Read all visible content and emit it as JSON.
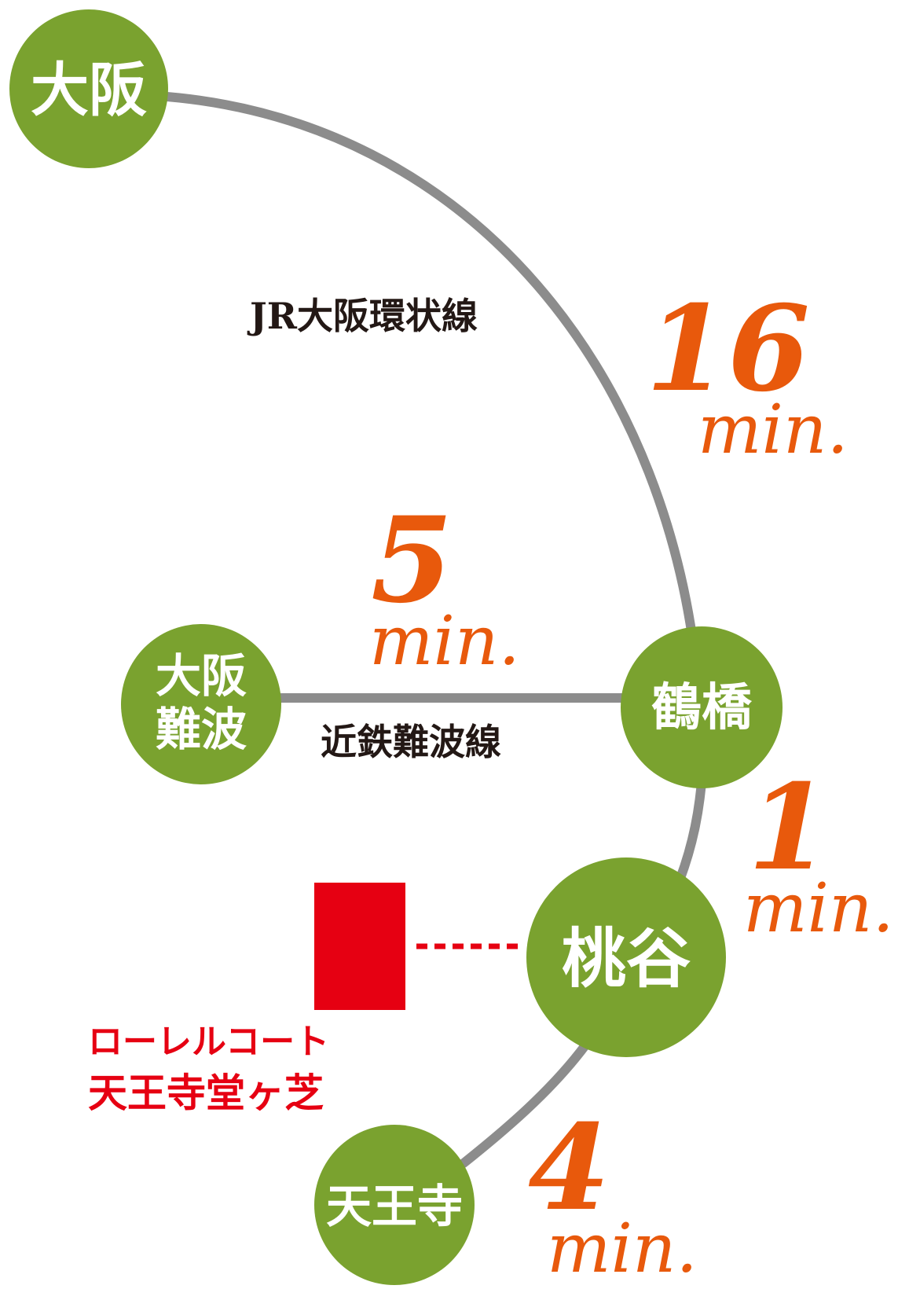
{
  "colors": {
    "station_fill": "#7aa22f",
    "station_text": "#ffffff",
    "track": "#8c8c8c",
    "time": "#e8590c",
    "property": "#e60012",
    "line_label": "#231815"
  },
  "stations": {
    "osaka": {
      "lines": [
        "大阪"
      ]
    },
    "osaka_namba": {
      "lines": [
        "大阪",
        "難波"
      ]
    },
    "tsuruhashi": {
      "lines": [
        "鶴橋"
      ]
    },
    "momodani": {
      "lines": [
        "桃谷"
      ]
    },
    "tennoji": {
      "lines": [
        "天王寺"
      ]
    }
  },
  "lines": {
    "jr_loop": "JR大阪環状線",
    "kintetsu_namba": "近鉄難波線"
  },
  "times": {
    "osaka_tsuruhashi": {
      "value": "16",
      "unit": "min."
    },
    "namba_tsuruhashi": {
      "value": "5",
      "unit": "min."
    },
    "tsuruhashi_momodani": {
      "value": "1",
      "unit": "min."
    },
    "momodani_tennoji": {
      "value": "4",
      "unit": "min."
    }
  },
  "property": {
    "name_line1": "ローレルコート",
    "name_line2": "天王寺堂ヶ芝"
  }
}
